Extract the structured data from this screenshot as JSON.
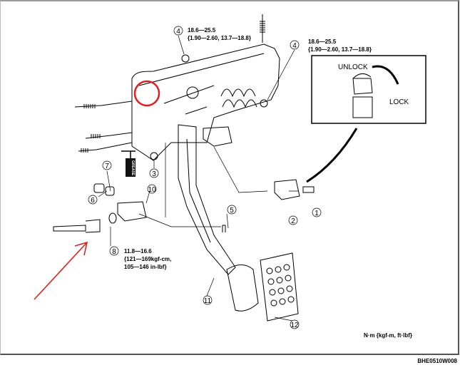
{
  "torque_specs": {
    "upper_nut": {
      "callout": "4",
      "line1": "18.6—25.5",
      "line2": "{1.90—2.60, 13.7—18.8}"
    },
    "right_nut": {
      "callout": "4",
      "line1": "18.6—25.5",
      "line2": "{1.90—2.60, 13.7—18.8}"
    },
    "bolt_nut": {
      "callout": "8",
      "line1": "11.8—16.6",
      "line2": "{121—169kgf-cm,",
      "line3": "105—146 in-lbf}"
    }
  },
  "callouts": [
    "1",
    "2",
    "3",
    "5",
    "6",
    "7",
    "10",
    "11",
    "12"
  ],
  "grease_label": "GREASE",
  "inset": {
    "unlock": "UNLOCK",
    "lock": "LOCK"
  },
  "units_note": "N·m  {kgf-m,  ft·lbf}",
  "figure_code": "BHE0510W008",
  "colors": {
    "highlight": "#e02020",
    "line": "#000000"
  }
}
